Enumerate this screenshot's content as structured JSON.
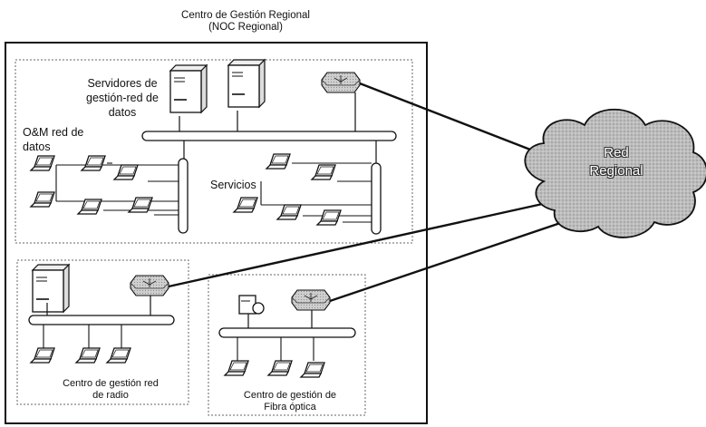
{
  "title": {
    "line1": "Centro de Gestión Regional",
    "line2": "(NOC  Regional)"
  },
  "labels": {
    "servers": "Servidores de gestión-red de datos",
    "om": "O&M red de datos",
    "services": "Servicios",
    "radio_center": "Centro de gestión red de radio",
    "fiber_center": "Centro de gestión de Fibra óptica",
    "cloud_line1": "Red",
    "cloud_line2": "Regional"
  },
  "colors": {
    "line": "#111111",
    "router_fill": "#c8c8c8",
    "cloud_fill": "#b8b8b8"
  }
}
